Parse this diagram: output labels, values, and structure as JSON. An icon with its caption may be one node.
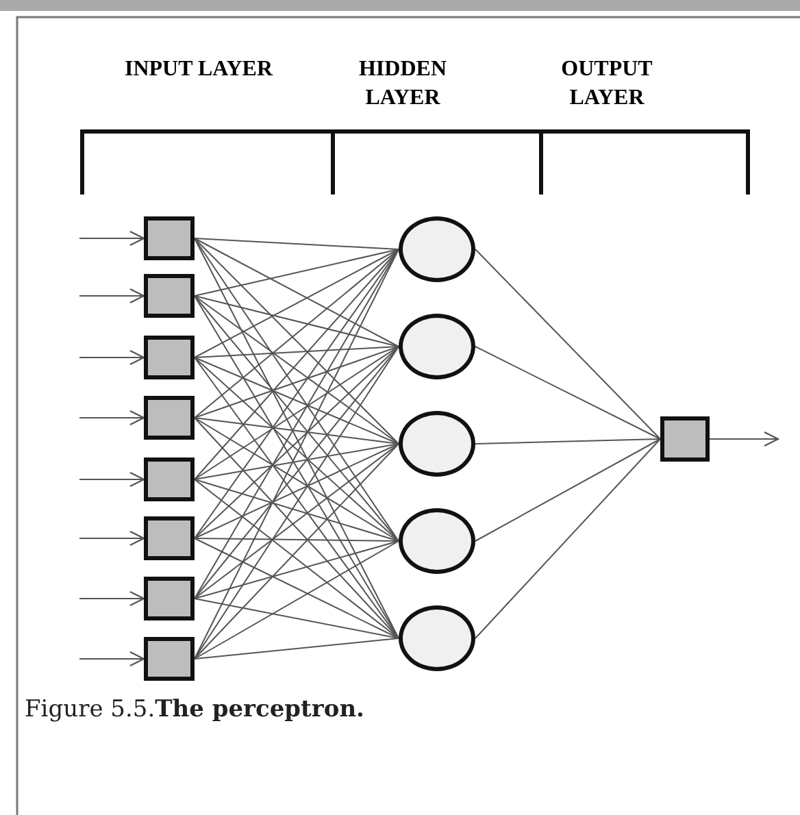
{
  "diagram": {
    "caption": "Figure 5.5.**The perceptron.**",
    "nodes": [
      {
        "text": [],
        "shape": "box"
      },
      {
        "text": [],
        "shape": "box"
      },
      {
        "text": [],
        "shape": "box"
      },
      {
        "text": [],
        "shape": "box"
      },
      {
        "text": [],
        "shape": "box"
      },
      {
        "text": [],
        "shape": "box"
      },
      {
        "text": [],
        "shape": "box"
      },
      {
        "text": [],
        "shape": "box"
      },
      {
        "text": [],
        "shape": "circle"
      },
      {
        "text": [],
        "shape": "circle"
      },
      {
        "text": [],
        "shape": "circle"
      },
      {
        "text": [],
        "shape": "circle"
      },
      {
        "text": [],
        "shape": "circle"
      },
      {
        "text": [],
        "shape": "box"
      }
    ],
    "edges": [
      {
        "from": null,
        "to": 0,
        "arrow": "to"
      },
      {
        "from": null,
        "to": 1,
        "arrow": "to"
      },
      {
        "from": null,
        "to": 2,
        "arrow": "to"
      },
      {
        "from": null,
        "to": 3,
        "arrow": "to"
      },
      {
        "from": null,
        "to": 4,
        "arrow": "to"
      },
      {
        "from": null,
        "to": 5,
        "arrow": "to"
      },
      {
        "from": null,
        "to": 6,
        "arrow": "to"
      },
      {
        "from": null,
        "to": 7,
        "arrow": "to"
      },
      {
        "from": 0,
        "to": 8,
        "arrow": "none"
      },
      {
        "from": 0,
        "to": 9,
        "arrow": "none"
      },
      {
        "from": 0,
        "to": 10,
        "arrow": "none"
      },
      {
        "from": 0,
        "to": 11,
        "arrow": "none"
      },
      {
        "from": 0,
        "to": 12,
        "arrow": "none"
      },
      {
        "from": 1,
        "to": 8,
        "arrow": "none"
      },
      {
        "from": 1,
        "to": 9,
        "arrow": "none"
      },
      {
        "from": 1,
        "to": 10,
        "arrow": "none"
      },
      {
        "from": 1,
        "to": 11,
        "arrow": "none"
      },
      {
        "from": 1,
        "to": 12,
        "arrow": "none"
      },
      {
        "from": 2,
        "to": 8,
        "arrow": "none"
      },
      {
        "from": 2,
        "to": 9,
        "arrow": "none"
      },
      {
        "from": 2,
        "to": 10,
        "arrow": "none"
      },
      {
        "from": 2,
        "to": 11,
        "arrow": "none"
      },
      {
        "from": 2,
        "to": 12,
        "arrow": "none"
      },
      {
        "from": 3,
        "to": 8,
        "arrow": "none"
      },
      {
        "from": 3,
        "to": 9,
        "arrow": "none"
      },
      {
        "from": 3,
        "to": 10,
        "arrow": "none"
      },
      {
        "from": 3,
        "to": 11,
        "arrow": "none"
      },
      {
        "from": 3,
        "to": 12,
        "arrow": "none"
      },
      {
        "from": 4,
        "to": 8,
        "arrow": "none"
      },
      {
        "from": 4,
        "to": 9,
        "arrow": "none"
      },
      {
        "from": 4,
        "to": 10,
        "arrow": "none"
      },
      {
        "from": 4,
        "to": 11,
        "arrow": "none"
      },
      {
        "from": 4,
        "to": 12,
        "arrow": "none"
      },
      {
        "from": 5,
        "to": 8,
        "arrow": "none"
      },
      {
        "from": 5,
        "to": 9,
        "arrow": "none"
      },
      {
        "from": 5,
        "to": 10,
        "arrow": "none"
      },
      {
        "from": 5,
        "to": 11,
        "arrow": "none"
      },
      {
        "from": 5,
        "to": 12,
        "arrow": "none"
      },
      {
        "from": 6,
        "to": 8,
        "arrow": "none"
      },
      {
        "from": 6,
        "to": 9,
        "arrow": "none"
      },
      {
        "from": 6,
        "to": 10,
        "arrow": "none"
      },
      {
        "from": 6,
        "to": 11,
        "arrow": "none"
      },
      {
        "from": 6,
        "to": 12,
        "arrow": "none"
      },
      {
        "from": 7,
        "to": 8,
        "arrow": "none"
      },
      {
        "from": 7,
        "to": 9,
        "arrow": "none"
      },
      {
        "from": 7,
        "to": 10,
        "arrow": "none"
      },
      {
        "from": 7,
        "to": 11,
        "arrow": "none"
      },
      {
        "from": 7,
        "to": 12,
        "arrow": "none"
      },
      {
        "from": 8,
        "to": 13,
        "arrow": "none"
      },
      {
        "from": 9,
        "to": 13,
        "arrow": "none"
      },
      {
        "from": 10,
        "to": 13,
        "arrow": "none"
      },
      {
        "from": 11,
        "to": 13,
        "arrow": "none"
      },
      {
        "from": 12,
        "to": 13,
        "arrow": "none"
      },
      {
        "from": 13,
        "to": null,
        "arrow": "to"
      }
    ],
    "labels": [
      "INPUT LAYER",
      "HIDDEN LAYER",
      "OUTPUT LAYER"
    ]
  }
}
